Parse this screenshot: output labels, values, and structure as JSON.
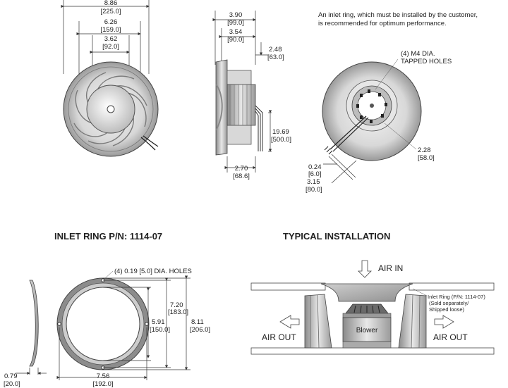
{
  "front_view": {
    "dims": [
      {
        "id": "d1",
        "value": "8.86",
        "metric": "[225.0]"
      },
      {
        "id": "d2",
        "value": "6.26",
        "metric": "[159.0]"
      },
      {
        "id": "d3",
        "value": "3.62",
        "metric": "[92.0]"
      }
    ]
  },
  "side_view": {
    "dims": [
      {
        "id": "s1",
        "value": "3.90",
        "metric": "[99.0]"
      },
      {
        "id": "s2",
        "value": "3.54",
        "metric": "[90.0]"
      },
      {
        "id": "s3",
        "value": "2.48",
        "metric": "[63.0]"
      },
      {
        "id": "s4",
        "value": "19.69",
        "metric": "[500.0]"
      },
      {
        "id": "s5",
        "value": "2.70",
        "metric": "[68.6]"
      }
    ]
  },
  "rear_view": {
    "note_line1": "An inlet ring, which must be installed by the customer,",
    "note_line2": "is recommended for optimum performance.",
    "holes_line1": "(4) M4 DIA.",
    "holes_line2": "TAPPED HOLES",
    "dims": [
      {
        "id": "r1",
        "value": "2.28",
        "metric": "[58.0]"
      },
      {
        "id": "r2",
        "value": "0.24",
        "metric": "[6.0]"
      },
      {
        "id": "r3",
        "value": "3.15",
        "metric": "[80.0]"
      }
    ]
  },
  "inlet_ring": {
    "title": "INLET RING P/N: 1114-07",
    "holes": "(4) 0.19 [5.0] DIA. HOLES",
    "dims": [
      {
        "id": "i1",
        "value": "7.20",
        "metric": "[183.0]"
      },
      {
        "id": "i2",
        "value": "5.91",
        "metric": "[150.0]"
      },
      {
        "id": "i3",
        "value": "8.11",
        "metric": "[206.0]"
      },
      {
        "id": "i4",
        "value": "0.79",
        "metric": "[20.0]"
      },
      {
        "id": "i5",
        "value": "7.56",
        "metric": "[192.0]"
      }
    ]
  },
  "installation": {
    "title": "TYPICAL INSTALLATION",
    "air_in": "AIR IN",
    "air_out_left": "AIR OUT",
    "air_out_right": "AIR OUT",
    "blower": "Blower",
    "ring_note_1": "Inlet Ring (P/N: 1114-07)",
    "ring_note_2": "(Sold separately/",
    "ring_note_3": "Shipped loose)"
  }
}
